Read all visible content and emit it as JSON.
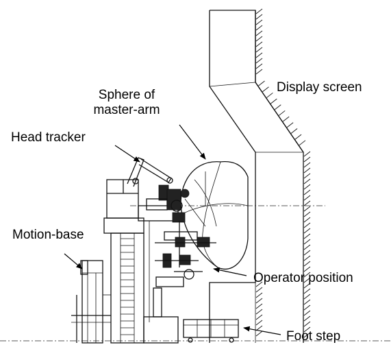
{
  "labels": {
    "sphere_line1": "Sphere of",
    "sphere_line2": "master-arm",
    "display_screen": "Display screen",
    "head_tracker": "Head tracker",
    "motion_base": "Motion-base",
    "operator_position": "Operator position",
    "foot_step": "Foot step"
  }
}
